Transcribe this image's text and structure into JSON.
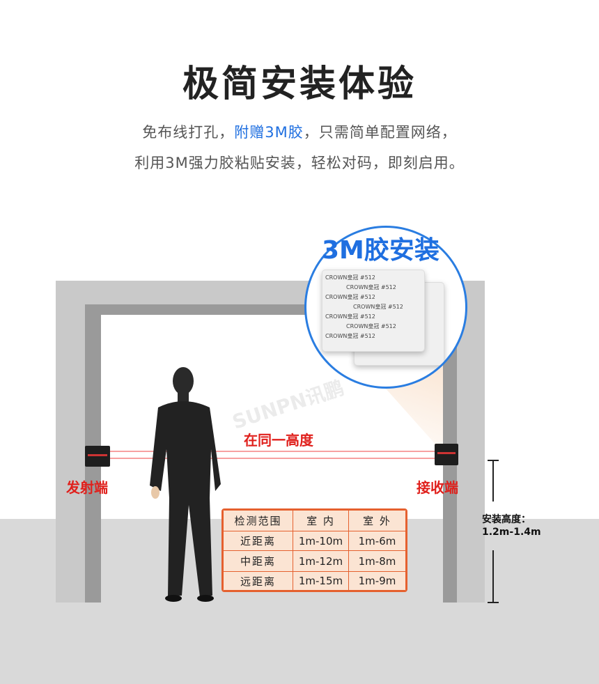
{
  "title": "极简安装体验",
  "subtitle": {
    "line1_a": "免布线打孔，",
    "line1_highlight": "附赠3M胶",
    "line1_b": "，只需简单配置网络，",
    "line2": "利用3M强力胶粘贴安装，轻松对码，即刻启用。"
  },
  "callout": {
    "title": "3M胶安装",
    "pad_text": "CROWN皇冠 #512"
  },
  "labels": {
    "same_height": "在同一高度",
    "emitter": "发射端",
    "receiver": "接收端",
    "install_height_label": "安装高度：",
    "install_height_value": "1.2m-1.4m",
    "watermark": "SUNPN讯鹏"
  },
  "table": {
    "headers": [
      "检测范围",
      "室 内",
      "室 外"
    ],
    "rows": [
      [
        "近距离",
        "1m-10m",
        "1m-6m"
      ],
      [
        "中距离",
        "1m-12m",
        "1m-8m"
      ],
      [
        "远距离",
        "1m-15m",
        "1m-9m"
      ]
    ]
  },
  "colors": {
    "accent_blue": "#1f6fe0",
    "label_red": "#e0201c",
    "table_border": "#e5602e",
    "table_bg": "#fbe4d3"
  }
}
